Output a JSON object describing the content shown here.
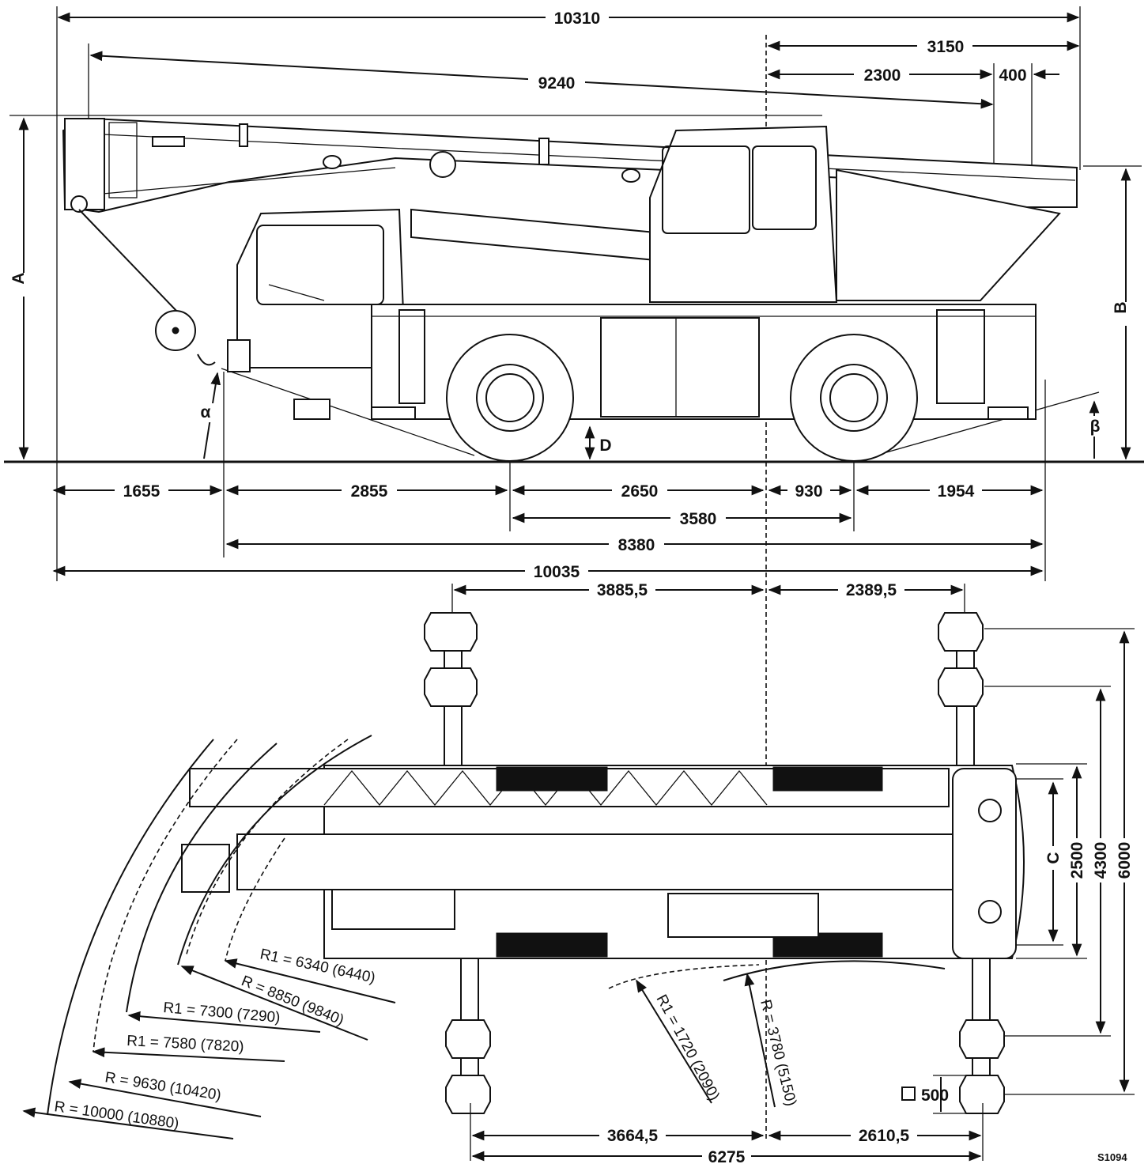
{
  "side_view": {
    "overall_length_top": "10310",
    "boom_length": "9240",
    "rear_overhang_3150": "3150",
    "rear_2300": "2300",
    "rear_400": "400",
    "height_label": "A",
    "height_label_b": "B",
    "angle_alpha": "α",
    "angle_beta": "β",
    "ground_clearance": "D",
    "front_overhang": "1655",
    "front_to_axle": "2855",
    "wheelbase_part": "2650",
    "axle_to_center": "930",
    "rear_overhang": "1954",
    "wheelbase": "3580",
    "chassis_length": "8380",
    "overall_length": "10035"
  },
  "top_view": {
    "outrigger_front": "3885,5",
    "outrigger_rear": "2389,5",
    "width_c": "C",
    "width_2500": "2500",
    "width_4300": "4300",
    "width_6000": "6000",
    "pad_size": "500",
    "bottom_front": "3664,5",
    "bottom_rear": "2610,5",
    "bottom_total": "6275",
    "radii": [
      "R1 = 6340 (6440)",
      "R = 8850 (9840)",
      "R1 = 7300 (7290)",
      "R1 = 7580 (7820)",
      "R = 9630 (10420)",
      "R = 10000 (10880)"
    ],
    "radius_inner_1": "R1 = 1720 (2090)",
    "radius_inner_2": "R = 3780 (5150)"
  },
  "figure_code": "S1094"
}
